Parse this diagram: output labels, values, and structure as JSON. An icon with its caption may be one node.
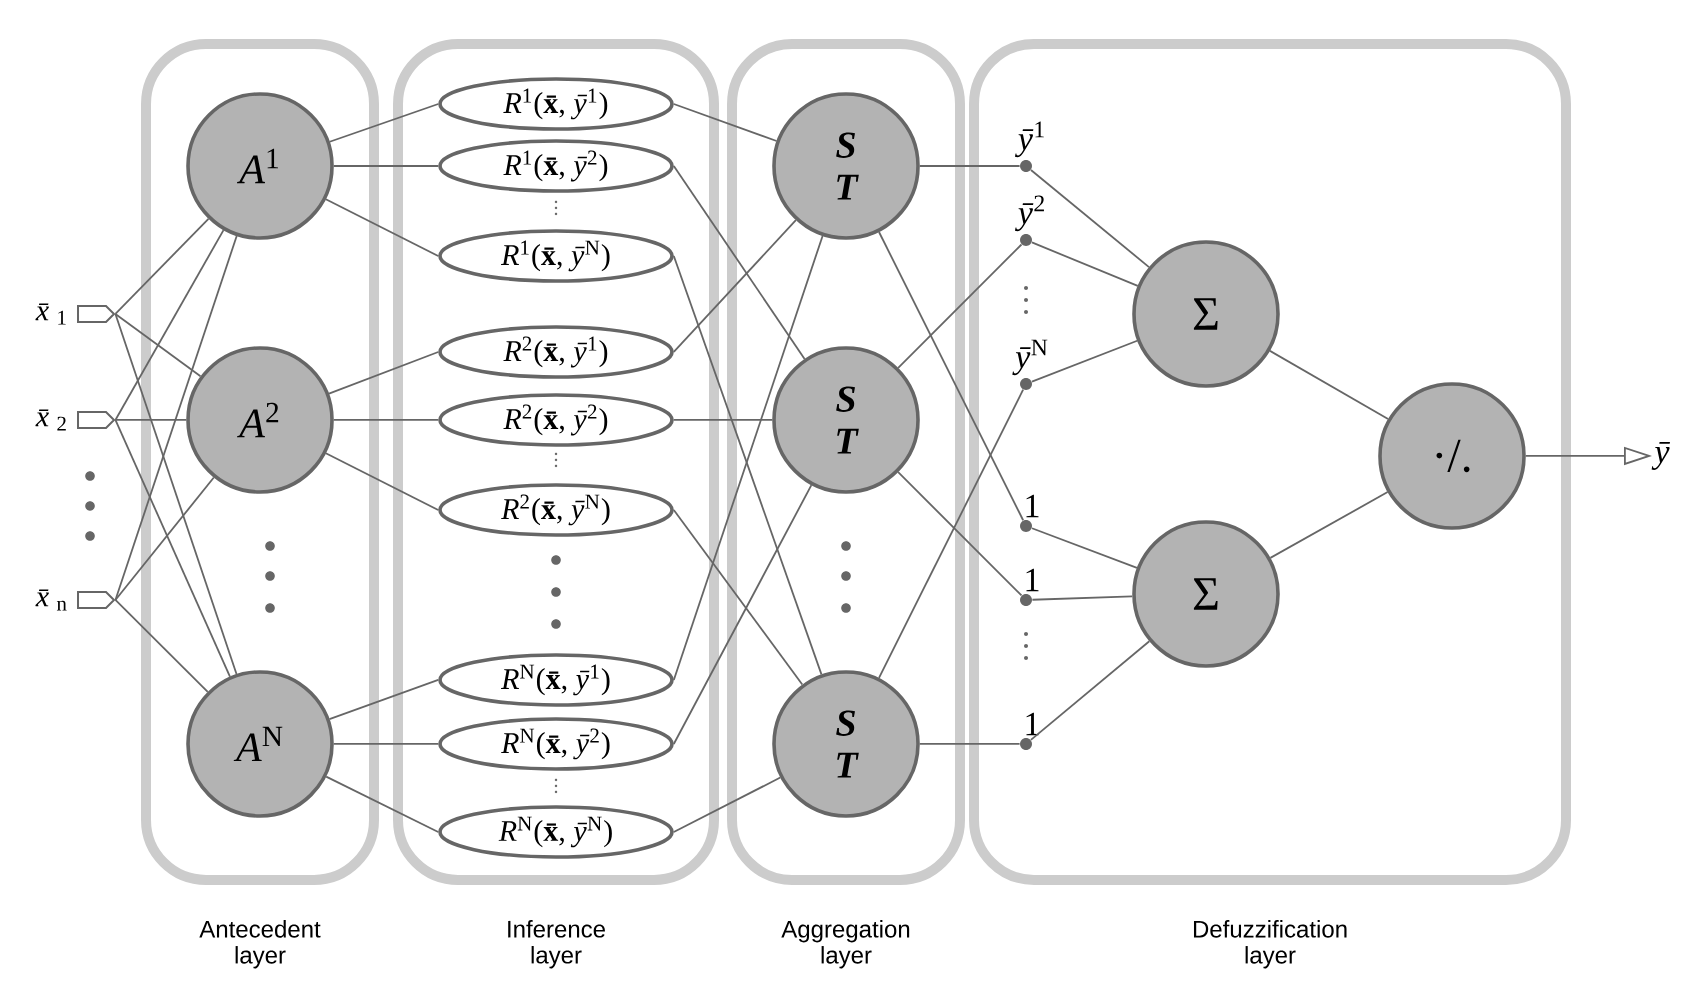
{
  "diagram": {
    "nodes": [
      {
        "text": [
          "*x̄*$_{1}$"
        ]
      },
      {
        "text": [
          "*x̄*$_{2}$"
        ]
      },
      {
        "text": [
          "*x̄*$_{n}$"
        ]
      },
      {
        "text": [
          "Antecedent layer"
        ]
      },
      {
        "text": [
          "*A*$^{1}$"
        ],
        "in": 3
      },
      {
        "text": [
          "*A*$^{2}$"
        ],
        "in": 3
      },
      {
        "text": [
          "*A*$^{N}$"
        ],
        "in": 3
      },
      {
        "text": [
          "Inference layer"
        ]
      },
      {
        "text": [
          "*R*$^{1}$(**x̄**, *ȳ*$^{1}$)"
        ],
        "in": 7
      },
      {
        "text": [
          "*R*$^{1}$(**x̄**, *ȳ*$^{2}$)"
        ],
        "in": 7
      },
      {
        "text": [
          "*R*$^{1}$(**x̄**, *ȳ*$^{N}$)"
        ],
        "in": 7
      },
      {
        "text": [
          "*R*$^{2}$(**x̄**, *ȳ*$^{1}$)"
        ],
        "in": 7
      },
      {
        "text": [
          "*R*$^{2}$(**x̄**, *ȳ*$^{2}$)"
        ],
        "in": 7
      },
      {
        "text": [
          "*R*$^{2}$(**x̄**, *ȳ*$^{N}$)"
        ],
        "in": 7
      },
      {
        "text": [
          "*R*$^{N}$(**x̄**, *ȳ*$^{1}$)"
        ],
        "in": 7
      },
      {
        "text": [
          "*R*$^{N}$(**x̄**, *ȳ*$^{2}$)"
        ],
        "in": 7
      },
      {
        "text": [
          "*R*$^{N}$(**x̄**, *ȳ*$^{N}$)"
        ],
        "in": 7
      },
      {
        "text": [
          "Aggregation layer"
        ]
      },
      {
        "text": [
          "S",
          "T"
        ],
        "in": 17
      },
      {
        "text": [
          "S",
          "T"
        ],
        "in": 17
      },
      {
        "text": [
          "S",
          "T"
        ],
        "in": 17
      },
      {
        "text": [
          "Defuzzification layer"
        ]
      },
      {
        "text": [
          "*ȳ*$^{1}$"
        ],
        "in": 21
      },
      {
        "text": [
          "*ȳ*$^{2}$"
        ],
        "in": 21
      },
      {
        "text": [
          "*ȳ*$^{N}$"
        ],
        "in": 21
      },
      {
        "text": [
          "1"
        ],
        "in": 21
      },
      {
        "text": [
          "1"
        ],
        "in": 21
      },
      {
        "text": [
          "1"
        ],
        "in": 21
      },
      {
        "text": [
          "Σ"
        ],
        "in": 21
      },
      {
        "text": [
          "Σ"
        ],
        "in": 21
      },
      {
        "text": [
          "·/."
        ],
        "in": 21
      },
      {
        "text": [
          "ȳ"
        ]
      }
    ],
    "edges": [
      {
        "from": 0,
        "to": 4,
        "arrow": "none"
      },
      {
        "from": 0,
        "to": 5,
        "arrow": "none"
      },
      {
        "from": 0,
        "to": 6,
        "arrow": "none"
      },
      {
        "from": 1,
        "to": 4,
        "arrow": "none"
      },
      {
        "from": 1,
        "to": 5,
        "arrow": "none"
      },
      {
        "from": 1,
        "to": 6,
        "arrow": "none"
      },
      {
        "from": 2,
        "to": 4,
        "arrow": "none"
      },
      {
        "from": 2,
        "to": 5,
        "arrow": "none"
      },
      {
        "from": 2,
        "to": 6,
        "arrow": "none"
      },
      {
        "from": 4,
        "to": 8,
        "arrow": "none"
      },
      {
        "from": 4,
        "to": 9,
        "arrow": "none"
      },
      {
        "from": 4,
        "to": 10,
        "arrow": "none"
      },
      {
        "from": 5,
        "to": 11,
        "arrow": "none"
      },
      {
        "from": 5,
        "to": 12,
        "arrow": "none"
      },
      {
        "from": 5,
        "to": 13,
        "arrow": "none"
      },
      {
        "from": 6,
        "to": 14,
        "arrow": "none"
      },
      {
        "from": 6,
        "to": 15,
        "arrow": "none"
      },
      {
        "from": 6,
        "to": 16,
        "arrow": "none"
      },
      {
        "from": 8,
        "to": 18,
        "arrow": "none"
      },
      {
        "from": 9,
        "to": 19,
        "arrow": "none"
      },
      {
        "from": 10,
        "to": 20,
        "arrow": "none"
      },
      {
        "from": 11,
        "to": 18,
        "arrow": "none"
      },
      {
        "from": 12,
        "to": 19,
        "arrow": "none"
      },
      {
        "from": 13,
        "to": 20,
        "arrow": "none"
      },
      {
        "from": 14,
        "to": 18,
        "arrow": "none"
      },
      {
        "from": 15,
        "to": 19,
        "arrow": "none"
      },
      {
        "from": 16,
        "to": 20,
        "arrow": "none"
      },
      {
        "from": 18,
        "to": 22,
        "arrow": "none"
      },
      {
        "from": 18,
        "to": 25,
        "arrow": "none"
      },
      {
        "from": 19,
        "to": 23,
        "arrow": "none"
      },
      {
        "from": 19,
        "to": 26,
        "arrow": "none"
      },
      {
        "from": 20,
        "to": 24,
        "arrow": "none"
      },
      {
        "from": 20,
        "to": 27,
        "arrow": "none"
      },
      {
        "from": 22,
        "to": 28,
        "arrow": "none"
      },
      {
        "from": 23,
        "to": 28,
        "arrow": "none"
      },
      {
        "from": 24,
        "to": 28,
        "arrow": "none"
      },
      {
        "from": 25,
        "to": 29,
        "arrow": "none"
      },
      {
        "from": 26,
        "to": 29,
        "arrow": "none"
      },
      {
        "from": 27,
        "to": 29,
        "arrow": "none"
      },
      {
        "from": 28,
        "to": 30,
        "arrow": "none"
      },
      {
        "from": 29,
        "to": 30,
        "arrow": "none"
      },
      {
        "from": 30,
        "to": 31,
        "arrow": "to"
      }
    ]
  }
}
